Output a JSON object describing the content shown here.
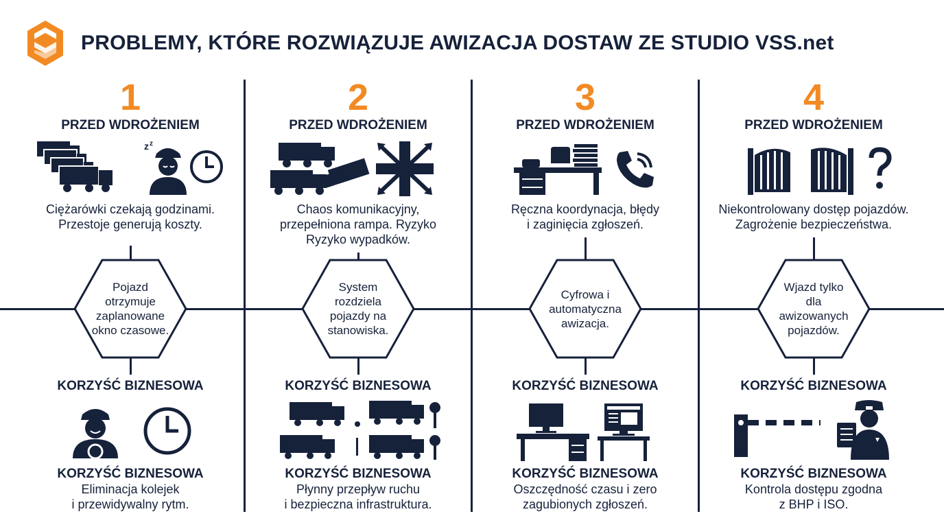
{
  "title": "PROBLEMY, KTÓRE ROZWIĄZUJE AWIZACJA DOSTAW ZE STUDIO VSS.net",
  "colors": {
    "navy": "#16213a",
    "orange": "#f28a24"
  },
  "columns": [
    {
      "number": "1",
      "before_heading": "PRZED WDROŻENIEM",
      "before_icons": [
        "truck-queue-icon",
        "sleeping-driver-icon",
        "clock-icon"
      ],
      "problem_lines": [
        "Ciężarówki czekają godzinami.",
        "Przestoje generują koszty."
      ],
      "solution_lines": [
        "Pojazd",
        "otrzymuje",
        "zaplanowane",
        "okno czasowe."
      ],
      "benefit_heading": "KORZYŚĆ BIZNESOWA",
      "benefit_icons": [
        "happy-driver-icon",
        "clock-icon"
      ],
      "benefit_heading_2": "KORZYŚĆ BIZNESOWA",
      "benefit_lines": [
        "Eliminacja kolejek",
        "i przewidywalny rytm."
      ]
    },
    {
      "number": "2",
      "before_heading": "PRZED WDROŻENIEM",
      "before_icons": [
        "truck-crash-icon",
        "crossed-arrows-icon"
      ],
      "problem_lines": [
        "Chaos komunikacyjny,",
        "przepełniona rampa. Ryzyko",
        "Ryzyko wypadków."
      ],
      "solution_lines": [
        "System",
        "rozdziela",
        "pojazdy na",
        "stanowiska."
      ],
      "benefit_heading": "KORZYŚĆ BIZNESOWA",
      "benefit_icons": [
        "truck-bays-icon",
        "traffic-light-icon"
      ],
      "benefit_heading_2": "KORZYŚĆ BIZNESOWA",
      "benefit_lines": [
        "Płynny przepływ ruchu",
        "i bezpieczna infrastruktura."
      ]
    },
    {
      "number": "3",
      "before_heading": "PRZED WDROŻENIEM",
      "before_icons": [
        "paper-desk-icon",
        "phone-icon"
      ],
      "problem_lines": [
        "Ręczna koordynacja, błędy",
        "i zaginięcia zgłoszeń."
      ],
      "solution_lines": [
        "Cyfrowa i",
        "automatyczna",
        "awizacja."
      ],
      "benefit_heading": "KORZYŚĆ BIZNESOWA",
      "benefit_icons": [
        "computer-desk-icon",
        "monitor-icon"
      ],
      "benefit_heading_2": "KORZYŚĆ BIZNESOWA",
      "benefit_lines": [
        "Oszczędność czasu i zero",
        "zagubionych zgłoszeń."
      ]
    },
    {
      "number": "4",
      "before_heading": "PRZED WDROŻENIEM",
      "before_icons": [
        "open-gate-icon",
        "question-mark-icon"
      ],
      "problem_lines": [
        "Niekontrolowany dostęp pojazdów.",
        "Zagrożenie bezpieczeństwa."
      ],
      "solution_lines": [
        "Wjazd tylko",
        "dla",
        "awizowanych",
        "pojazdów."
      ],
      "benefit_heading": "KORZYŚĆ BIZNESOWA",
      "benefit_icons": [
        "barrier-gate-icon",
        "security-guard-icon"
      ],
      "benefit_heading_2": "KORZYŚĆ BIZNESOWA",
      "benefit_lines": [
        "Kontrola dostępu zgodna",
        "z BHP i ISO."
      ]
    }
  ]
}
